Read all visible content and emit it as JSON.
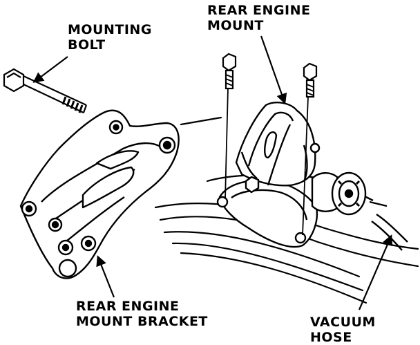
{
  "labels": {
    "mounting_bolt": [
      "MOUNTING",
      "BOLT"
    ],
    "rear_engine_mount": [
      "REAR ENGINE",
      "MOUNT"
    ],
    "rear_engine_mount_bracket": [
      "REAR ENGINE",
      "MOUNT BRACKET"
    ],
    "vacuum_hose": [
      "VACUUM",
      "HOSE"
    ]
  },
  "colors": {
    "ink": "#000000",
    "paper": "#ffffff"
  }
}
